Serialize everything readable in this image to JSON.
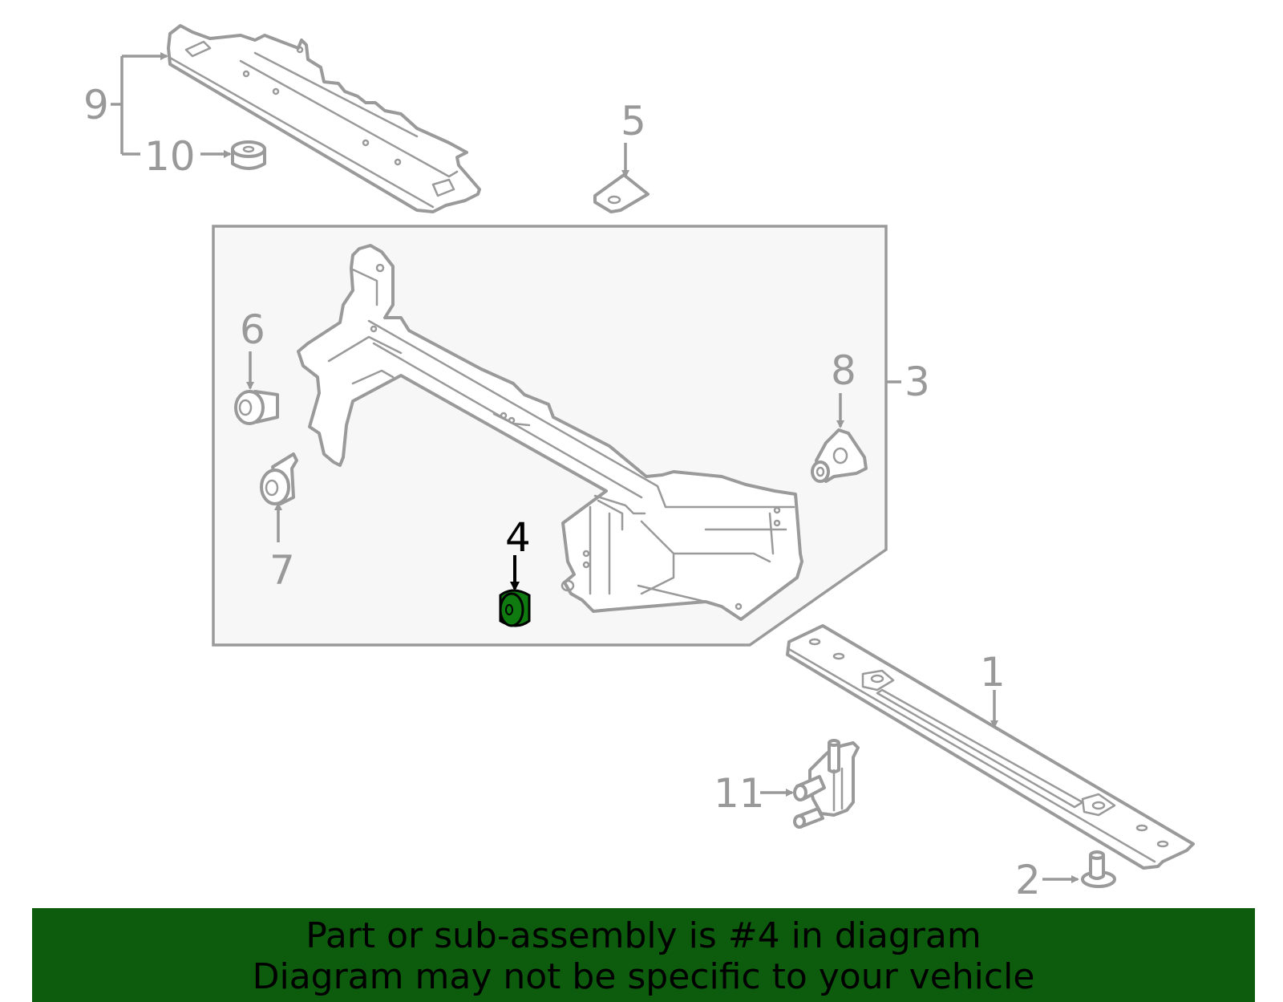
{
  "callouts": {
    "c1": "1",
    "c2": "2",
    "c3": "3",
    "c4": "4",
    "c5": "5",
    "c6": "6",
    "c7": "7",
    "c8": "8",
    "c9": "9",
    "c10": "10",
    "c11": "11"
  },
  "highlighted_part": "4",
  "colors": {
    "banner": "#0d5c0d",
    "highlight_part": "#0f7a0f",
    "line_art": "#9a9a9a",
    "sub_assembly_panel": "#f7f7f7"
  },
  "banner": {
    "line1": "Part or sub-assembly is #4 in diagram",
    "line2": "Diagram may not be specific to your vehicle"
  }
}
